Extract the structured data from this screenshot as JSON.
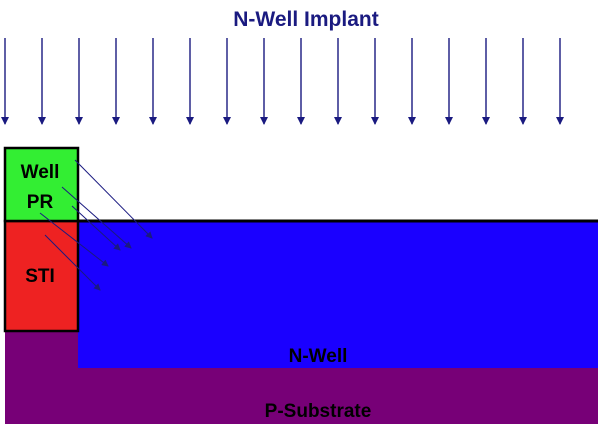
{
  "title": "N-Well Implant",
  "labels": {
    "well_pr_line1": "Well",
    "well_pr_line2": "PR",
    "sti": "STI",
    "n_well": "N-Well",
    "p_substrate": "P-Substrate"
  },
  "colors": {
    "title_text": "#1a1a80",
    "arrow": "#1a1a80",
    "scatter_arrow": "#1a1a80",
    "well_pr_fill": "#33ee33",
    "sti_fill": "#ee2222",
    "n_well_fill": "#1a00ff",
    "p_substrate_fill": "#770077",
    "outline": "#000000",
    "dark_text": "#000000"
  }
}
